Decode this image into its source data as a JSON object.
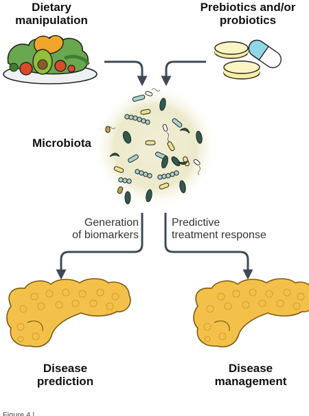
{
  "inputs": {
    "diet_line1": "Dietary",
    "diet_line2": "manipulation",
    "pre_line1": "Prebiotics and/or",
    "pre_line2": "probiotics"
  },
  "center_label": "Microbiota",
  "branches": {
    "left_line1": "Generation",
    "left_line2": "of biomarkers",
    "right_line1": "Predictive",
    "right_line2": "treatment response"
  },
  "outcomes": {
    "left_line1": "Disease",
    "left_line2": "prediction",
    "right_line1": "Disease",
    "right_line2": "management"
  },
  "caption": "Figure 4 | ...",
  "colors": {
    "arrow": "#3d4a56",
    "pancreas": "#f3c14a",
    "pancreas_stroke": "#7a5a12",
    "microbe_dark": "#2f5b4f",
    "microbe_light": "#a9d2cf",
    "halo": "#e6e2c0"
  }
}
